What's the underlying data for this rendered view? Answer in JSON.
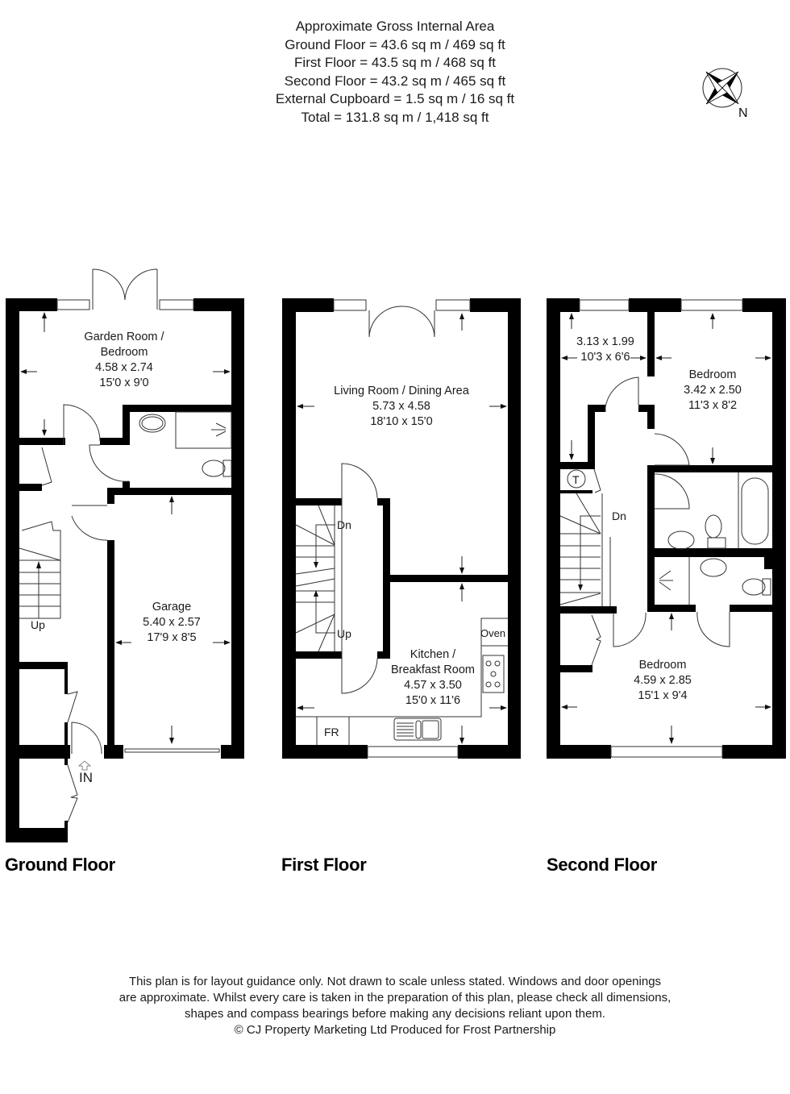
{
  "header": {
    "title": "Approximate Gross Internal Area",
    "lines": [
      "Ground Floor = 43.6 sq m / 469 sq ft",
      "First Floor = 43.5 sq m / 468 sq ft",
      "Second Floor = 43.2 sq m / 465 sq ft",
      "External Cupboard = 1.5 sq m / 16 sq ft",
      "Total = 131.8 sq m / 1,418 sq ft"
    ]
  },
  "compass": {
    "icon": "compass-rose-icon",
    "label": "N"
  },
  "floors": {
    "ground": {
      "label": "Ground Floor",
      "rooms": {
        "garden_room": {
          "name_line1": "Garden Room /",
          "name_line2": "Bedroom",
          "metric": "4.58 x 2.74",
          "imperial": "15'0 x 9'0"
        },
        "garage": {
          "name": "Garage",
          "metric": "5.40 x 2.57",
          "imperial": "17'9 x 8'5"
        }
      },
      "stairs_label": "Up",
      "entrance_label": "IN"
    },
    "first": {
      "label": "First Floor",
      "rooms": {
        "living": {
          "name": "Living Room / Dining Area",
          "metric": "5.73 x 4.58",
          "imperial": "18'10 x 15'0"
        },
        "kitchen": {
          "name_line1": "Kitchen /",
          "name_line2": "Breakfast Room",
          "metric": "4.57 x 3.50",
          "imperial": "15'0 x 11'6"
        }
      },
      "stairs_down": "Dn",
      "stairs_up": "Up",
      "oven_label": "Oven",
      "fridge_label": "FR"
    },
    "second": {
      "label": "Second Floor",
      "rooms": {
        "small_room": {
          "metric": "3.13 x 1.99",
          "imperial": "10'3 x 6'6"
        },
        "bedroom_2": {
          "name": "Bedroom",
          "metric": "3.42 x 2.50",
          "imperial": "11'3 x 8'2"
        },
        "bedroom_1": {
          "name": "Bedroom",
          "metric": "4.59 x 2.85",
          "imperial": "15'1 x 9'4"
        }
      },
      "tank_label": "T",
      "stairs_down": "Dn"
    }
  },
  "footer": {
    "lines": [
      "This plan is for layout guidance only. Not drawn to scale unless stated. Windows and door openings",
      "are approximate. Whilst every care is taken in the preparation of this plan, please check all dimensions,",
      "shapes and compass bearings before making any decisions reliant upon them.",
      "© CJ Property Marketing Ltd Produced for Frost Partnership"
    ]
  }
}
